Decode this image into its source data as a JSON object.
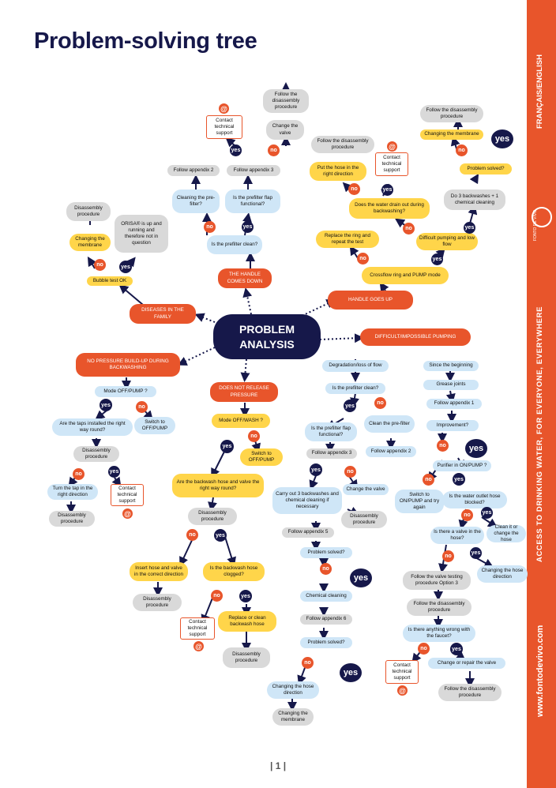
{
  "title": "Problem-solving tree",
  "sidebar": {
    "language": "FRANÇAIS/ENGLISH",
    "brand": "FONTO DE VIVO",
    "slogan": "ACCESS TO DRINKING WATER, FOR EVERYONE, EVERYWHERE",
    "website": "www.fontodevivo.com",
    "accent_color": "#e8552b"
  },
  "page_number": "| 1 |",
  "colors": {
    "navy": "#16184a",
    "orange": "#e8552b",
    "yellow": "#ffd54a",
    "grey": "#d9d9d9",
    "blue": "#cfe6f7"
  },
  "nodes": {
    "center": "PROBLEM ANALYSIS",
    "handle_down": "THE HANDLE COMES DOWN",
    "handle_up": "HANDLE GOES UP",
    "diseases": "DISEASES IN THE FAMILY",
    "difficult": "DIFFICULT/IMPOSSIBLE PUMPING",
    "no_pressure": "NO PRESSURE BUILD-UP DURING BACKWASHING",
    "not_release": "DOES NOT RELEASE PRESSURE",
    "prefilter_clean": "Is the prefilter clean?",
    "cleaning_prefilter": "Cleaning the pre-filter?",
    "flap_functional": "Is the prefilter flap functional?",
    "follow_app2": "Follow appendix 2",
    "follow_app3": "Follow appendix 3",
    "contact1": "Contact technical support",
    "change_valve": "Change the valve",
    "follow_disassembly1": "Follow the disassembly procedure",
    "bubble_test": "Bubble test OK",
    "changing_membrane1": "Changing the membrane",
    "orisa": "ORISA® is up and running and therefore not in question",
    "disassembly_left_top": "Disassembly procedure",
    "crossflow": "Crossflow ring and PUMP mode",
    "replace_ring": "Replace the ring and repeat the test",
    "difficult_low_flow": "Difficult pumping and low flow",
    "water_drain": "Does the water drain out during backwashing?",
    "put_hose": "Put the hose in the right direction",
    "follow_disassembly2": "Follow the disassembly procedure",
    "contact2": "Contact technical support",
    "backwashes_cleaning": "Do 3 backwashes + 1 chemical cleaning",
    "problem_solved_top": "Problem solved?",
    "changing_membrane2": "Changing the membrane",
    "follow_disassembly3": "Follow the disassembly procedure",
    "mode_off_pump": "Mode OFF/PUMP ?",
    "taps_installed": "Are the taps installed the right way round?",
    "switch_off_pump": "Switch to OFF/PUMP",
    "disassembly_left_mid": "Disassembly procedure",
    "turn_tap": "Turn the tap in the right direction",
    "contact3": "Contact technical support",
    "disassembly_left_bottom": "Disassembly procedure",
    "mode_off_wash": "Mode OFF/WASH ?",
    "switch_off_pump2": "Switch to OFF/PUMP",
    "backwash_hose_valve": "Are the backwash hose and valve the right way round?",
    "disassembly_mid": "Disassembly procedure",
    "insert_hose": "Insert hose and valve in the correct direction",
    "backwash_clogged": "Is the backwash hose clogged?",
    "disassembly_mid_b": "Disassembly procedure",
    "contact4": "Contact technical support",
    "replace_clean_hose": "Replace or clean backwash hose",
    "disassembly_mid_c": "Disassembly procedure",
    "degradation": "Degradation/loss of flow",
    "prefilter_clean2": "Is the prefilter clean?",
    "flap_functional2": "Is the prefilter flap functional?",
    "clean_prefilter": "Clean the pre-filter",
    "follow_app3b": "Follow appendix 3",
    "follow_app2b": "Follow appendix 2",
    "carry_out": "Carry out 3 backwashes and chemical cleaning if necessary",
    "change_valve2": "Change the valve",
    "disassembly_r": "Disassembly procedure",
    "follow_app5": "Follow appendix 5",
    "problem_solved2": "Problem solved?",
    "chemical_cleaning": "Chemical cleaning",
    "follow_app6": "Follow appendix 6",
    "problem_solved3": "Problem solved?",
    "changing_hose_dir": "Changing the hose direction",
    "changing_membrane3": "Changing the membrane",
    "since_beginning": "Since the beginning",
    "grease_joints": "Grease joints",
    "follow_app1": "Follow appendix 1",
    "improvement": "Improvement?",
    "purifier_on": "Purifier in ON/PUMP ?",
    "switch_on_pump": "Switch to ON/PUMP and try again",
    "outlet_blocked": "Is the water outlet hose blocked?",
    "valve_in_hose": "Is there a valve in the hose?",
    "clean_change_hose": "Clean it or change the hose",
    "follow_valve_testing": "Follow the valve testing procedure Option 3",
    "changing_hose_direction2": "Changing the hose direction",
    "follow_disassembly_r": "Follow the disassembly procedure",
    "anything_wrong": "Is there anything wrong with the faucet?",
    "contact5": "Contact technical support",
    "change_repair_valve": "Change or repair the valve",
    "follow_disassembly_r2": "Follow the disassembly procedure"
  },
  "labels": {
    "yes": "yes",
    "no": "no",
    "at": "@"
  }
}
